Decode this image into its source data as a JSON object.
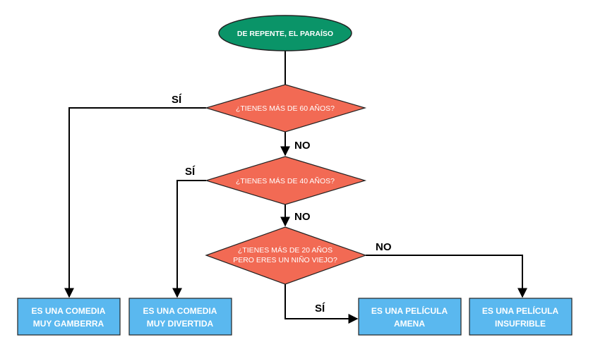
{
  "colors": {
    "start": "#0a9468",
    "decision": "#f26a54",
    "result": "#5ab8ef",
    "line": "#000000",
    "border": "#222222"
  },
  "start": {
    "label": "DE REPENTE, EL PARAÍSO"
  },
  "decisions": [
    {
      "lines": [
        "¿TIENES MÁS DE 60 AÑOS?"
      ]
    },
    {
      "lines": [
        "¿TIENES MÁS DE 40 AÑOS?"
      ]
    },
    {
      "lines": [
        "¿TIENES MÁS DE 20 AÑOS",
        "PERO ERES UN NIÑO VIEJO?"
      ]
    }
  ],
  "results": [
    {
      "lines": [
        "ES UNA COMEDIA",
        "MUY GAMBERRA"
      ]
    },
    {
      "lines": [
        "ES UNA COMEDIA",
        "MUY DIVERTIDA"
      ]
    },
    {
      "lines": [
        "ES UNA PELÍCULA",
        "AMENA"
      ]
    },
    {
      "lines": [
        "ES UNA PELÍCULA",
        "INSUFRIBLE"
      ]
    }
  ],
  "edge_labels": {
    "d1_yes": "SÍ",
    "d1_no": "NO",
    "d2_yes": "SÍ",
    "d2_no": "NO",
    "d3_yes": "SÍ",
    "d3_no": "NO"
  }
}
